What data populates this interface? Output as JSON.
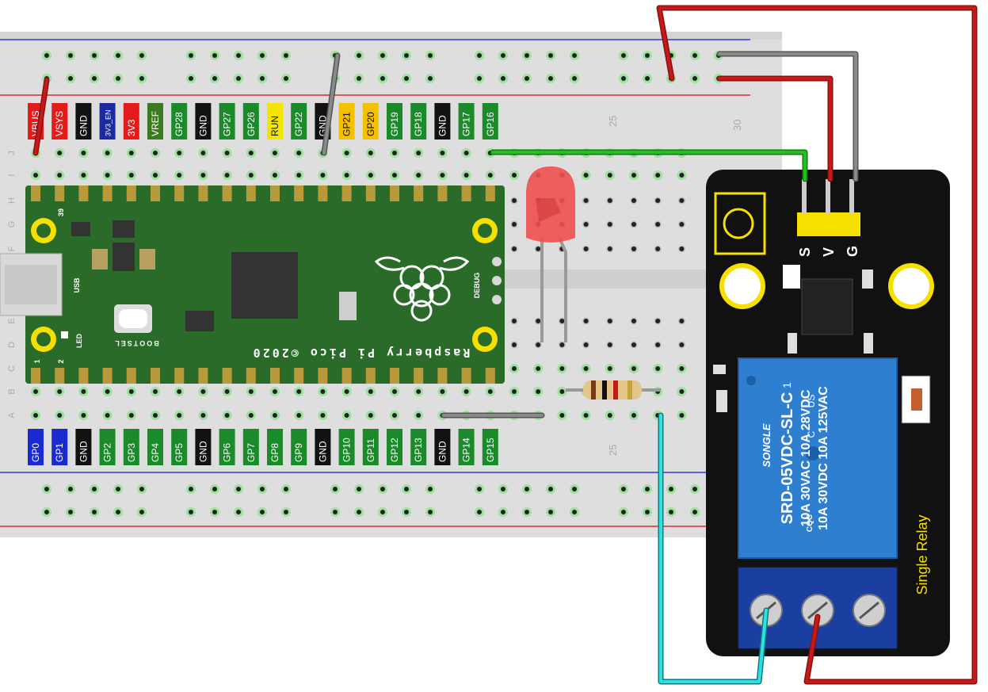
{
  "breadboard": {
    "column_marks": [
      "25",
      "30",
      "25"
    ],
    "row_letters_top": [
      "J",
      "I",
      "H",
      "G",
      "F",
      "E",
      "D",
      "C",
      "B",
      "A"
    ]
  },
  "pico": {
    "top_pins": [
      {
        "label": "VBUS",
        "color": "#e31b1b"
      },
      {
        "label": "VSYS",
        "color": "#e31b1b"
      },
      {
        "label": "GND",
        "color": "#111111"
      },
      {
        "label": "3V3_EN",
        "color": "#1b2a9c"
      },
      {
        "label": "3V3",
        "color": "#e31b1b"
      },
      {
        "label": "VREF",
        "color": "#3b7a22"
      },
      {
        "label": "GP28",
        "color": "#1a8a2a"
      },
      {
        "label": "GND",
        "color": "#111111"
      },
      {
        "label": "GP27",
        "color": "#1a8a2a"
      },
      {
        "label": "GP26",
        "color": "#1a8a2a"
      },
      {
        "label": "RUN",
        "color": "#f2e600"
      },
      {
        "label": "GP22",
        "color": "#1a8a2a"
      },
      {
        "label": "GND",
        "color": "#111111"
      },
      {
        "label": "GP21",
        "color": "#f5c000"
      },
      {
        "label": "GP20",
        "color": "#f5c000"
      },
      {
        "label": "GP19",
        "color": "#1a8a2a"
      },
      {
        "label": "GP18",
        "color": "#1a8a2a"
      },
      {
        "label": "GND",
        "color": "#111111"
      },
      {
        "label": "GP17",
        "color": "#1a8a2a"
      },
      {
        "label": "GP16",
        "color": "#1a8a2a"
      }
    ],
    "bottom_pins": [
      {
        "label": "GP0",
        "color": "#1b2ad0"
      },
      {
        "label": "GP1",
        "color": "#1b2ad0"
      },
      {
        "label": "GND",
        "color": "#111111"
      },
      {
        "label": "GP2",
        "color": "#1a8a2a"
      },
      {
        "label": "GP3",
        "color": "#1a8a2a"
      },
      {
        "label": "GP4",
        "color": "#1a8a2a"
      },
      {
        "label": "GP5",
        "color": "#1a8a2a"
      },
      {
        "label": "GND",
        "color": "#111111"
      },
      {
        "label": "GP6",
        "color": "#1a8a2a"
      },
      {
        "label": "GP7",
        "color": "#1a8a2a"
      },
      {
        "label": "GP8",
        "color": "#1a8a2a"
      },
      {
        "label": "GP9",
        "color": "#1a8a2a"
      },
      {
        "label": "GND",
        "color": "#111111"
      },
      {
        "label": "GP10",
        "color": "#1a8a2a"
      },
      {
        "label": "GP11",
        "color": "#1a8a2a"
      },
      {
        "label": "GP12",
        "color": "#1a8a2a"
      },
      {
        "label": "GP13",
        "color": "#1a8a2a"
      },
      {
        "label": "GND",
        "color": "#111111"
      },
      {
        "label": "GP14",
        "color": "#1a8a2a"
      },
      {
        "label": "GP15",
        "color": "#1a8a2a"
      }
    ],
    "board_text": "Raspberry Pi Pico ©2020",
    "bootsel": "BOOTSEL",
    "usb": "USB",
    "led": "LED",
    "debug": "DEBUG",
    "pin_39": "39",
    "pin_1": "1",
    "pin_2": "2"
  },
  "relay": {
    "pins": [
      "S",
      "V",
      "G"
    ],
    "title": "Single Relay",
    "brand": "SONGLE",
    "model": "SRD-05VDC-SL-C",
    "rating_line1": "10A 30VAC  10A  28VDC",
    "rating_line2": "10A  30VDC 10A 125VAC",
    "cqc": "CQC",
    "us": "US",
    "pin_number": "1",
    "c_mark": "C"
  },
  "colors": {
    "breadboard": "#dcdcdc",
    "pico_green": "#2a6b2a",
    "relay_board": "#111111",
    "relay_body": "#2f7fd0",
    "wire_red": "#c41a1a",
    "wire_gray": "#7a7a7a",
    "wire_green": "#1fb81f",
    "wire_cyan": "#25d0d0",
    "accent_yellow": "#f5e000"
  }
}
